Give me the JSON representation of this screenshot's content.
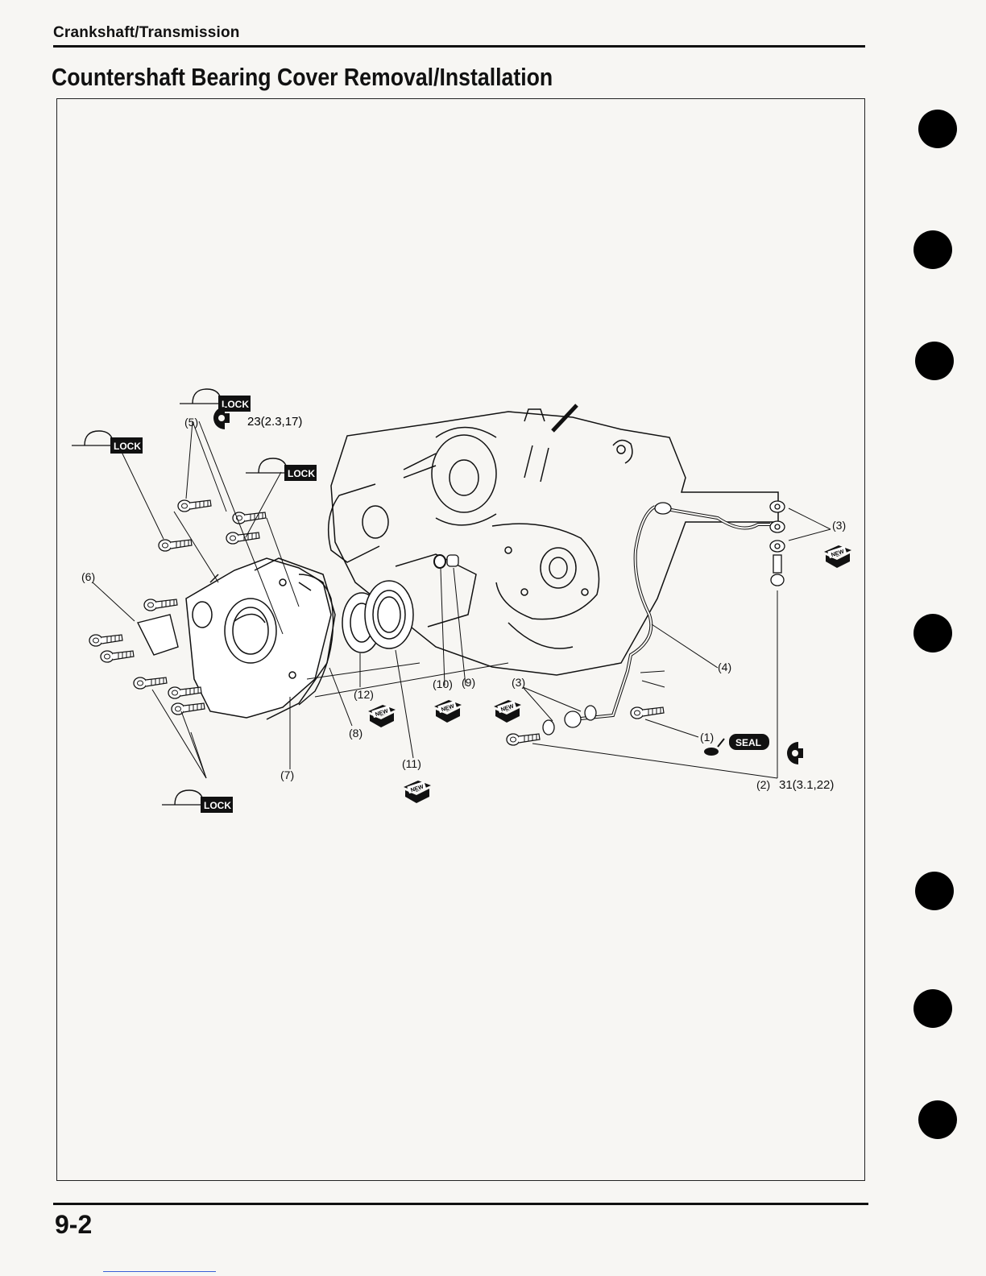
{
  "header": {
    "section": "Crankshaft/Transmission"
  },
  "title": "Countershaft Bearing Cover Removal/Installation",
  "footer": {
    "page_number": "9-2"
  },
  "figure": {
    "callouts": {
      "c1": "(1)",
      "c2": "(2)",
      "c3a": "(3)",
      "c3b": "(3)",
      "c4": "(4)",
      "c5": "(5)",
      "c6": "(6)",
      "c7": "(7)",
      "c8": "(8)",
      "c9": "(9)",
      "c10": "(10)",
      "c11": "(11)",
      "c12": "(12)"
    },
    "torque_5": "23(2.3,17)",
    "torque_2": "31(3.1,22)",
    "lock_label": "LOCK",
    "new_label": "NEW",
    "seal_label": "SEAL"
  },
  "colors": {
    "ink": "#111111",
    "paper": "#f7f6f3",
    "marker": "#000000"
  }
}
